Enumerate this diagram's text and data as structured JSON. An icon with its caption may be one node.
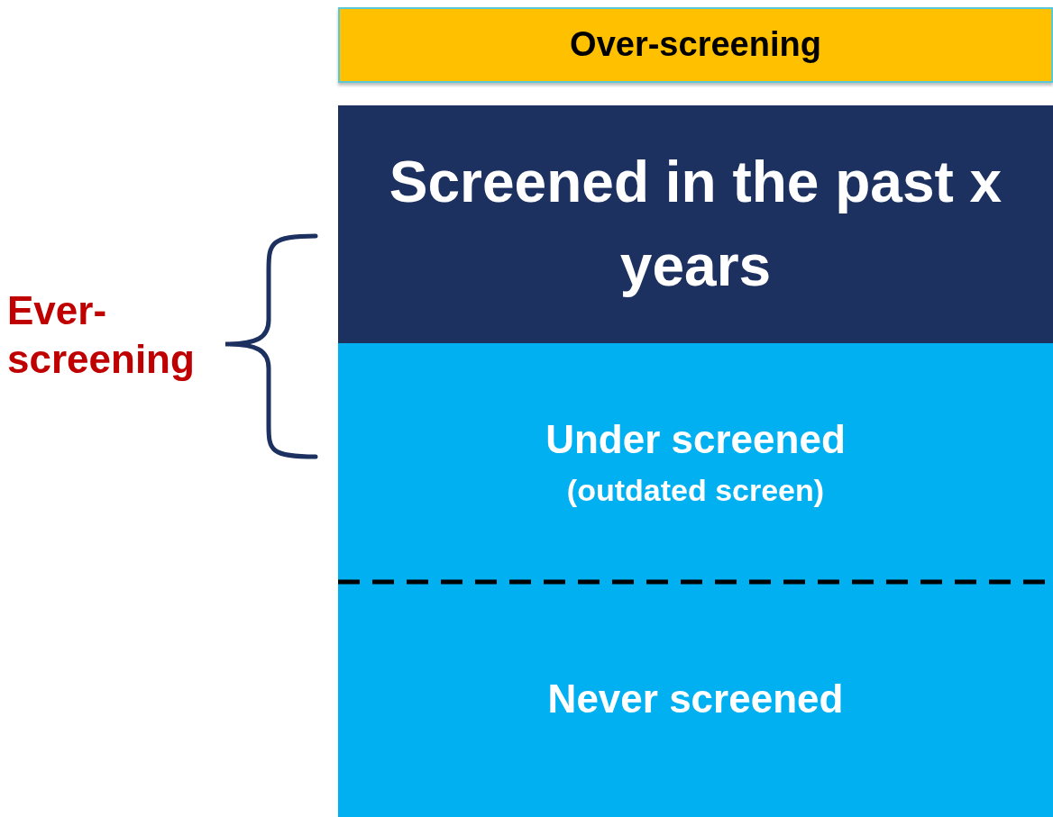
{
  "diagram": {
    "nodes": [
      {
        "text": [
          "Over-screening"
        ]
      },
      {
        "text": [
          "Screened in the past x years"
        ]
      },
      {
        "text": [
          "Under screened",
          "(outdated screen)"
        ]
      },
      {
        "text": [
          "Never screened"
        ]
      }
    ],
    "labels": [
      "Ever-screening"
    ]
  }
}
